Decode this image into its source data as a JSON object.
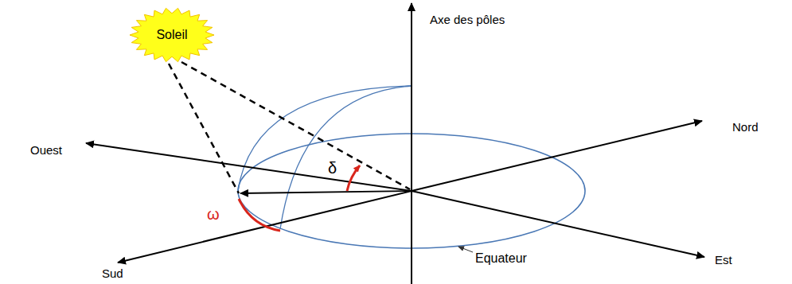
{
  "diagram": {
    "nodes": [
      {
        "text": [
          "Soleil"
        ]
      }
    ],
    "labels": [
      "Axe des pôles",
      "Ouest",
      "Nord",
      "δ",
      "ω",
      "Equateur",
      "Est",
      "Sud"
    ]
  }
}
